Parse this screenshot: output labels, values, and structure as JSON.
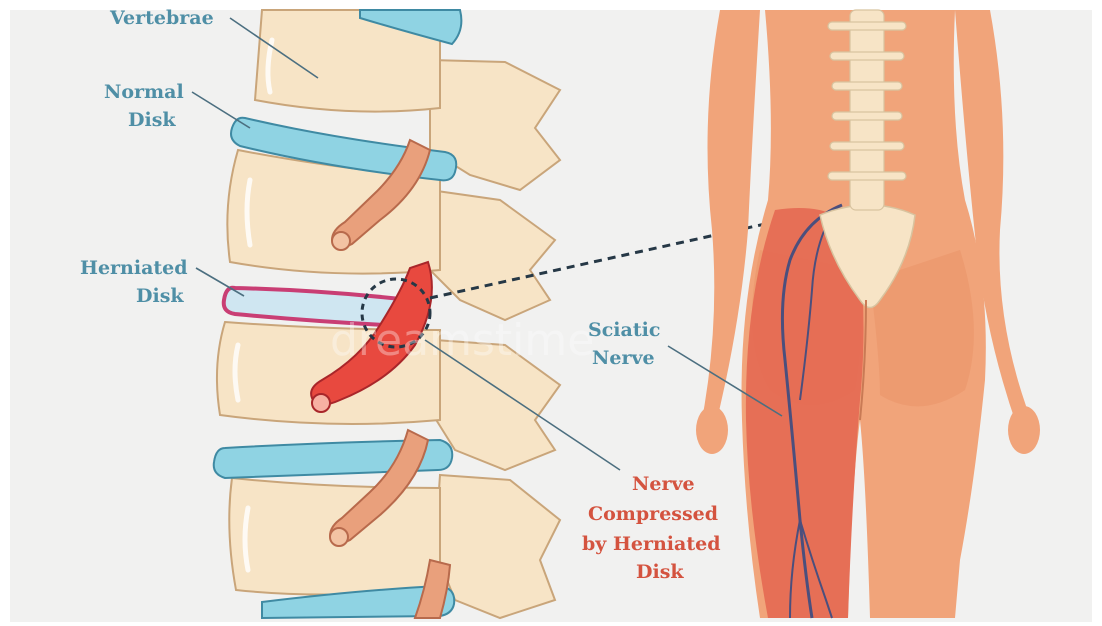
{
  "labels": {
    "vertebrae": "Vertebrae",
    "normal_disk": [
      "Normal",
      "Disk"
    ],
    "herniated_disk": [
      "Herniated",
      "Disk"
    ],
    "sciatic_nerve": [
      "Sciatic",
      "Nerve"
    ],
    "nerve_compressed": [
      "Nerve",
      "Compressed",
      "by Herniated",
      "Disk"
    ]
  },
  "watermark": "dreamstime",
  "colors": {
    "background": "#f1f1f0",
    "bone": "#f7e4c6",
    "bone_outline": "#c9a57a",
    "normal_disk": "#8fd3e3",
    "herniated_disk": "#cfe6f1",
    "herniated_outline": "#c93e74",
    "nerve": "#e9a07c",
    "compressed_nerve": "#e8493f",
    "skin": "#f1a47a",
    "sciatic_region": "#e56a52",
    "label_blue": "#4f8fa6",
    "label_red": "#d4533f"
  }
}
